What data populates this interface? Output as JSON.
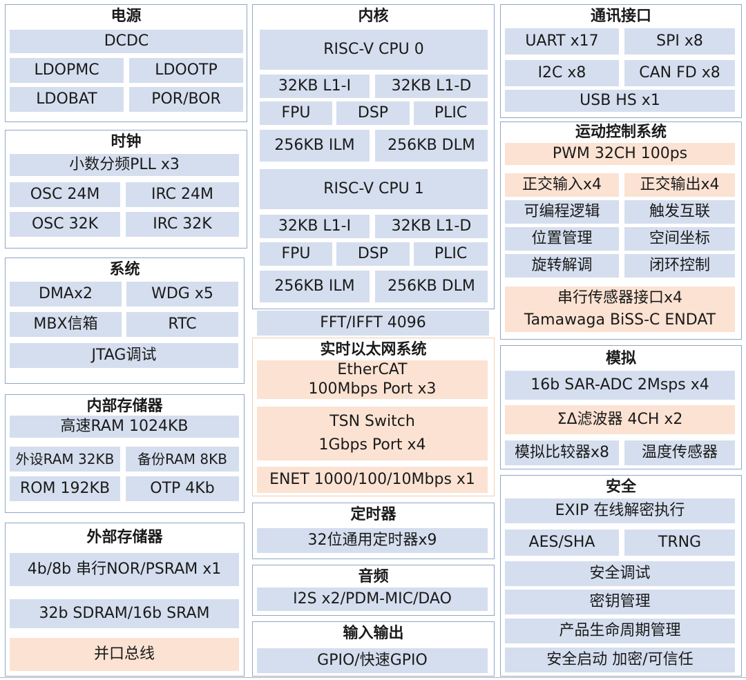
{
  "power": {
    "title": "电源",
    "items": [
      "DCDC",
      "LDOPMC",
      "LDOOTP",
      "LDOBAT",
      "POR/BOR"
    ]
  },
  "clock": {
    "title": "时钟",
    "items": [
      "小数分频PLL x3",
      "OSC 24M",
      "IRC 24M",
      "OSC 32K",
      "IRC 32K"
    ]
  },
  "system": {
    "title": "系统",
    "items": [
      "DMAx2",
      "WDG x5",
      "MBX信箱",
      "RTC",
      "JTAG调试"
    ]
  },
  "internal_memory": {
    "title": "内部存储器",
    "items": [
      "高速RAM 1024KB",
      "外设RAM 32KB",
      "备份RAM 8KB",
      "ROM 192KB",
      "OTP 4Kb"
    ]
  },
  "external_memory": {
    "title": "外部存储器",
    "items": [
      "4b/8b 串行NOR/PSRAM x1",
      "32b SDRAM/16b SRAM",
      "并口总线"
    ]
  },
  "core": {
    "title": "内核",
    "cpu0": "RISC-V CPU 0",
    "cpu1": "RISC-V CPU 1",
    "l1i": "32KB L1-I",
    "l1d": "32KB L1-D",
    "fpu": "FPU",
    "dsp": "DSP",
    "plic": "PLIC",
    "ilm": "256KB ILM",
    "dlm": "256KB DLM"
  },
  "fft": "FFT/IFFT 4096",
  "ethernet": {
    "title": "实时以太网系统",
    "ethercat_1": "EtherCAT",
    "ethercat_2": "100Mbps Port x3",
    "tsn_1": "TSN Switch",
    "tsn_2": "1Gbps Port x4",
    "enet": "ENET 1000/100/10Mbps x1"
  },
  "timer": {
    "title": "定时器",
    "item": "32位通用定时器x9"
  },
  "audio": {
    "title": "音频",
    "item": "I2S x2/PDM-MIC/DAO"
  },
  "io": {
    "title": "输入输出",
    "item": "GPIO/快速GPIO"
  },
  "comm": {
    "title": "通讯接口",
    "items": [
      "UART x17",
      "SPI x8",
      "I2C x8",
      "CAN FD x8",
      "USB HS x1"
    ]
  },
  "motion": {
    "title": "运动控制系统",
    "items": [
      "PWM 32CH 100ps",
      "正交输入x4",
      "正交输出x4",
      "可编程逻辑",
      "触发互联",
      "位置管理",
      "空间坐标",
      "旋转解调",
      "闭环控制"
    ],
    "serial_1": "串行传感器接口x4",
    "serial_2": "Tamawaga BiSS-C ENDAT"
  },
  "analog": {
    "title": "模拟",
    "items": [
      "16b SAR-ADC 2Msps x4",
      "ΣΔ滤波器 4CH x2",
      "模拟比较器x8",
      "温度传感器"
    ]
  },
  "security": {
    "title": "安全",
    "items": [
      "EXIP 在线解密执行",
      "AES/SHA",
      "TRNG",
      "安全调试",
      "密钥管理",
      "产品生命周期管理",
      "安全启动 加密/可信任"
    ]
  },
  "colors": {
    "border": "#8ea6c4",
    "blue_cell": "#d5deee",
    "orange_cell": "#fbe2d2"
  }
}
